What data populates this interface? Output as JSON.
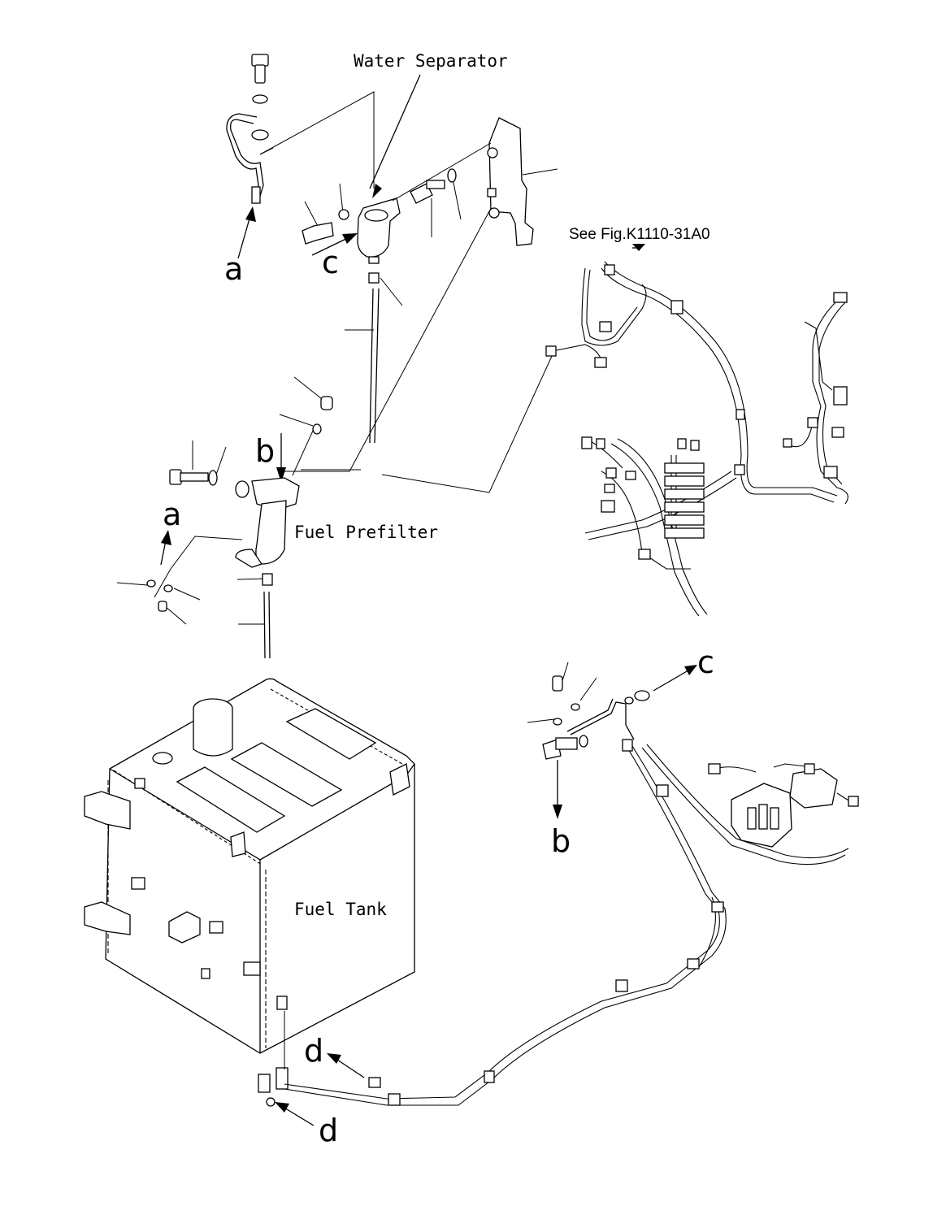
{
  "labels": {
    "water_separator": "Water Separator",
    "fuel_prefilter": "Fuel Prefilter",
    "fuel_tank": "Fuel Tank",
    "see_fig": "See Fig.K1110-31A0"
  },
  "connection_letters": {
    "a_top": "a",
    "a_mid": "a",
    "b_mid": "b",
    "b_low": "b",
    "c_top": "c",
    "c_right": "c",
    "d_upper": "d",
    "d_lower": "d"
  }
}
